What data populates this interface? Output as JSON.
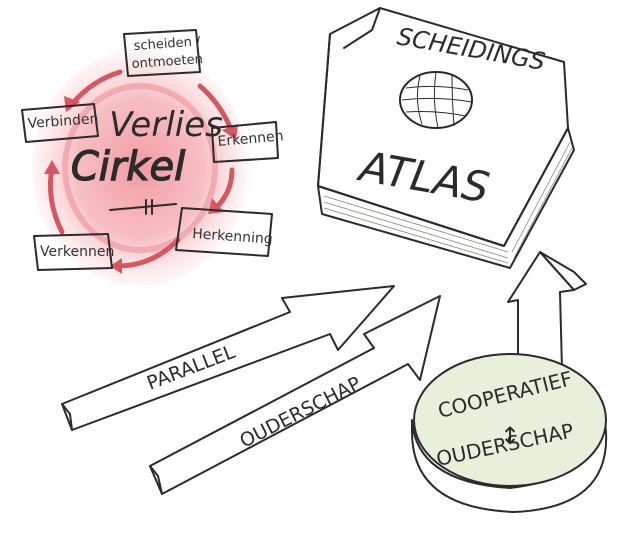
{
  "cycle": {
    "title_line1": "Verlies",
    "title_line2": "Cirkel",
    "steps": [
      "scheiden /",
      "ontmoeten",
      "Erkennen",
      "Herkenning",
      "Verkennen",
      "Verbinden"
    ]
  },
  "book": {
    "title_top": "SCHEIDINGS",
    "title_bottom": "ATLAS"
  },
  "arrows": {
    "top_label": "PARALLEL",
    "bottom_label": "OUDERSCHAP"
  },
  "disc": {
    "line1": "COOPERATIEF",
    "symbol": "↕",
    "line2": "OUDERSCHAP"
  },
  "colors": {
    "red_wash": "#f2a7ad",
    "red_arrow": "#e0616a",
    "book_cover": "#cbb295",
    "book_pages": "#e9e4de",
    "green_fill": "#dfe9cf",
    "ink": "#2b2b2b"
  }
}
